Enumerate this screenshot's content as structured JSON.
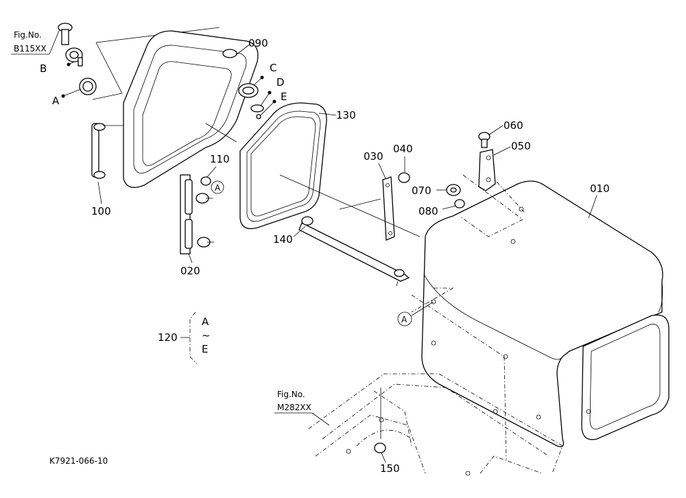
{
  "drawing_code": "K7921-066-10",
  "references": [
    {
      "id": "ref_b115",
      "line1": "Fig.No.",
      "line2": "B115XX"
    },
    {
      "id": "ref_m282",
      "line1": "Fig.No.",
      "line2": "M282XX"
    }
  ],
  "parts": {
    "p010": "010",
    "p020": "020",
    "p030": "030",
    "p040": "040",
    "p050": "050",
    "p060": "060",
    "p070": "070",
    "p080": "080",
    "p090": "090",
    "p100": "100",
    "p110": "110",
    "p120": "120",
    "p130": "130",
    "p140": "140",
    "p150": "150"
  },
  "letters": {
    "A": "A",
    "B": "B",
    "C": "C",
    "D": "D",
    "E": "E",
    "tilde": "~"
  },
  "callout_A": "A"
}
